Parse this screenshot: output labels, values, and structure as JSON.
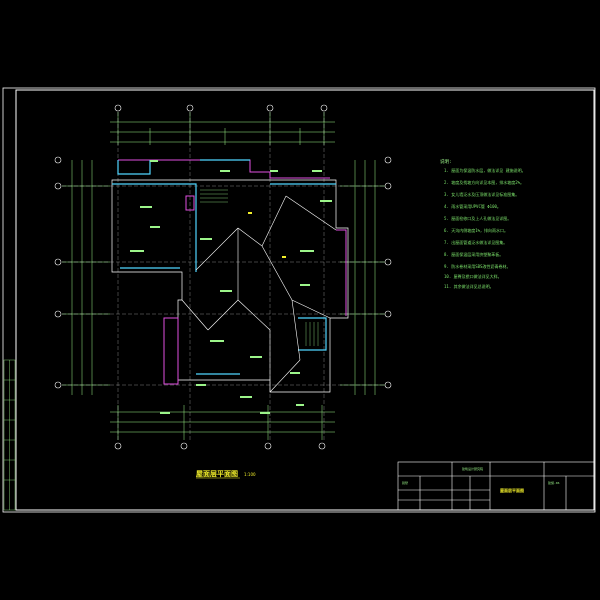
{
  "drawing": {
    "plan_title": "屋面层平面图",
    "scale": "1:100",
    "notes_heading": "说明:",
    "notes": [
      "1. 屋面为保温防水层，做法详见 建施说明。",
      "2. 坡度及找坡方向详见本图，排水坡度2%。",
      "3. 女儿墙泛水及压顶做法详见标准图集。",
      "4. 雨水管采用UPVC管 Φ100。",
      "5. 屋面检修口及上人孔做法见详图。",
      "6. 天沟内侧坡度1%，排向雨水口。",
      "7. 出屋面管道泛水做法详见图集。",
      "8. 屋面保温层采用挤塑聚苯板。",
      "9. 防水卷材采用SBS改性沥青卷材。",
      "10. 屋脊及檐口做法详见大样。",
      "11. 其余做法详见总说明。"
    ],
    "title_block": {
      "company": "建筑设计研究院",
      "project": "别墅",
      "drawing_name": "屋面层平面图",
      "drawing_no": "建施-06"
    }
  }
}
